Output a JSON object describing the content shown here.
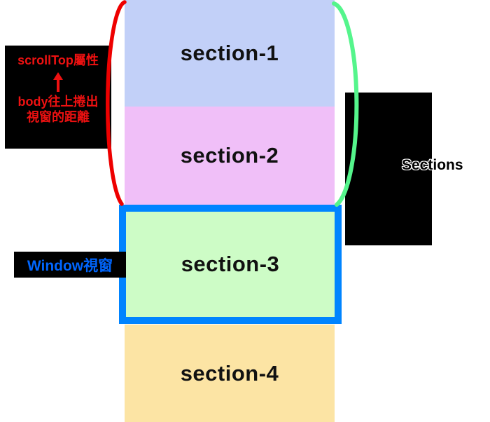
{
  "sections": [
    {
      "label": "section-1",
      "color": "#c2d0f8"
    },
    {
      "label": "section-2",
      "color": "#f0bff8"
    },
    {
      "label": "section-3",
      "color": "#cdfcc6"
    },
    {
      "label": "section-4",
      "color": "#fce4a4"
    }
  ],
  "scrolltop_label": {
    "line1": "scrollTop屬性",
    "line2": "body往上捲出",
    "line3": "視窗的距離",
    "text_color": "#ee1111",
    "bg": "#000000",
    "arrow_icon": "arrow-up"
  },
  "window_label": {
    "text": "Window視窗",
    "text_color": "#0066ff",
    "bg": "#000000"
  },
  "right_label": {
    "text": "Sections",
    "text_color": "#000000",
    "outline_color": "#ffffff",
    "box_bg": "#000000"
  },
  "marks": {
    "window_border_color": "#0084ff",
    "red_arc_color": "#ee0000",
    "green_arc_color": "#55f58c"
  }
}
